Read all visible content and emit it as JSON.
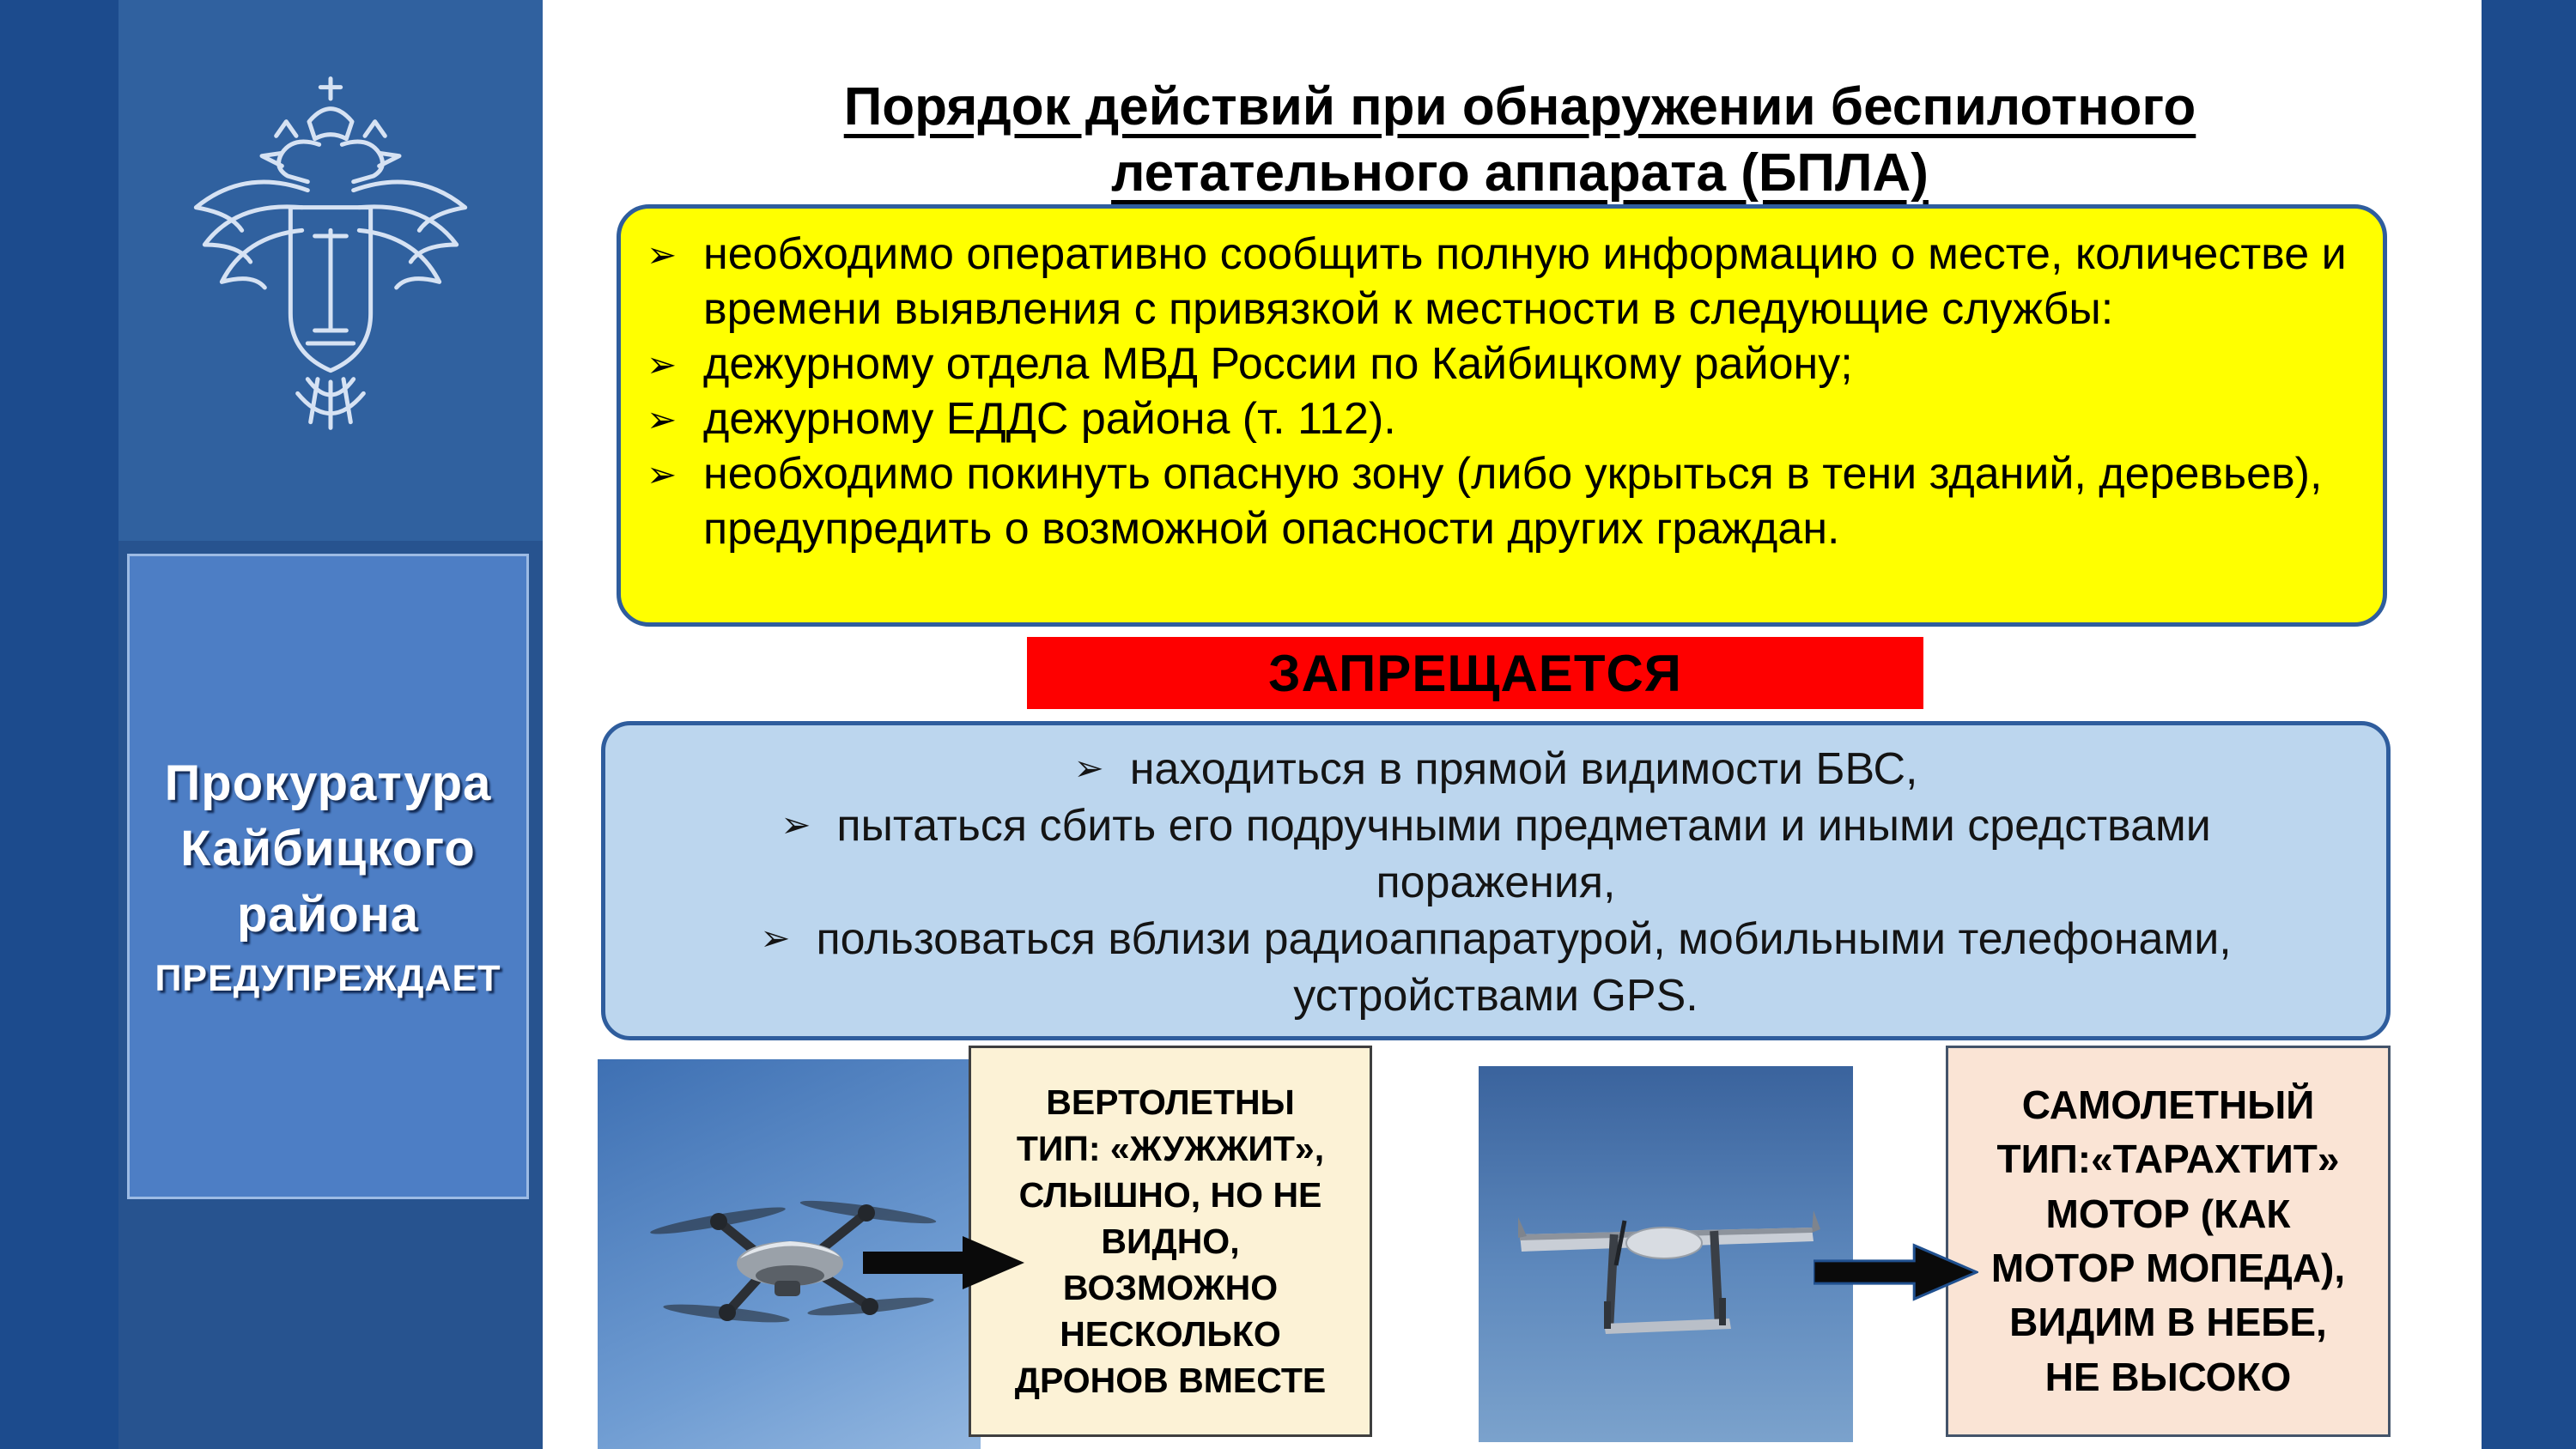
{
  "bullet": "➢",
  "sidebar": {
    "org_lines": [
      "Прокуратура",
      "Кайбицкого",
      "района"
    ],
    "warns": "ПРЕДУПРЕЖДАЕТ"
  },
  "title": {
    "line1": "Порядок действий при обнаружении беспилотного",
    "line2": "летательного аппарата (БПЛА)"
  },
  "instructions": {
    "items": [
      "необходимо оперативно сообщить полную информацию о месте, количестве и времени выявления с привязкой к местности в следующие службы:",
      "дежурному отдела МВД России по Кайбицкому району;",
      "дежурному ЕДДС района (т. 112).",
      "необходимо покинуть опасную зону (либо укрыться в тени зданий, деревьев), предупредить о возможной опасности других граждан."
    ]
  },
  "banner": {
    "label": "ЗАПРЕЩАЕТСЯ"
  },
  "prohibitions": {
    "items": [
      "находиться в прямой видимости БВС,",
      "пытаться сбить его подручными предметами и иными средствами поражения,",
      "пользоваться вблизи радиоаппаратурой, мобильными телефонами, устройствами GPS."
    ]
  },
  "drone_types": {
    "helicopter": {
      "lines": [
        "ВЕРТОЛЕТНЫ",
        "ТИП: «ЖУЖЖИТ»,",
        "СЛЫШНО, НО НЕ",
        "ВИДНО,",
        "ВОЗМОЖНО",
        "НЕСКОЛЬКО",
        "ДРОНОВ ВМЕСТЕ"
      ]
    },
    "airplane": {
      "lines": [
        "САМОЛЕТНЫЙ",
        "ТИП:«ТАРАХТИТ»",
        "МОТОР (КАК",
        "МОТОР МОПЕДА),",
        "ВИДИМ В НЕБЕ,",
        "НЕ ВЫСОКО"
      ]
    }
  },
  "colors": {
    "accent_dark_blue": "#2f5d9d",
    "sidebar_blue": "#4d7ec5",
    "highlight_yellow": "#ffff00",
    "alert_red": "#fe0000",
    "info_light_blue": "#bcd6ee",
    "note_cream": "#fcf2d6",
    "note_peach": "#fae4d5"
  }
}
